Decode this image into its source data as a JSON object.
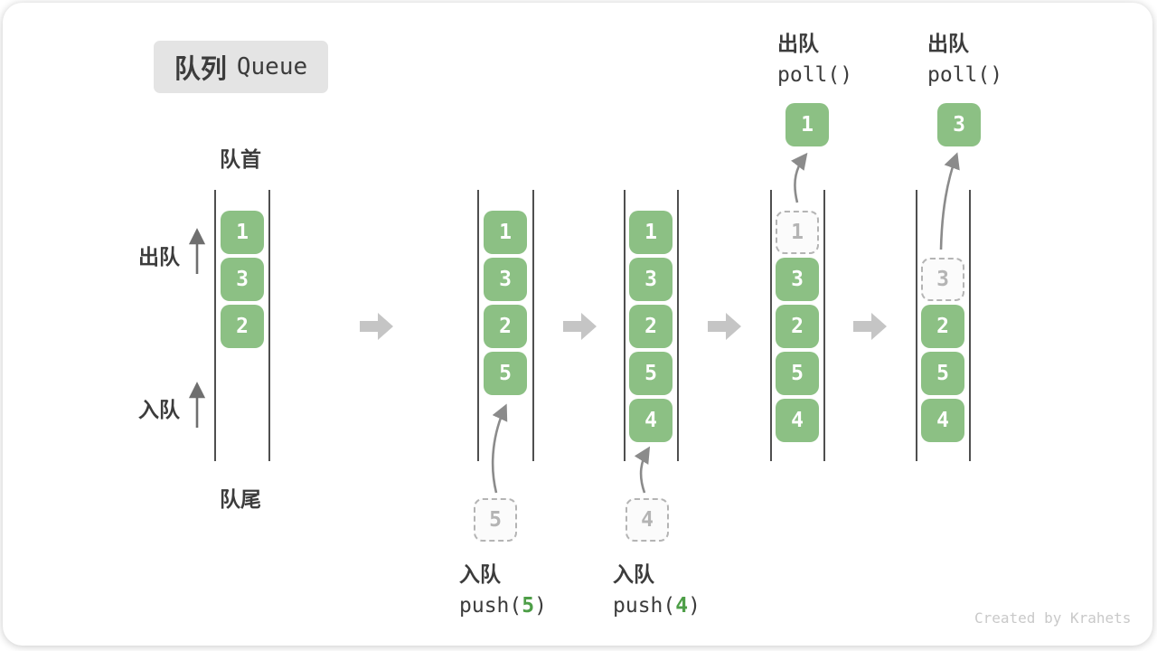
{
  "title": {
    "zh": "队列",
    "en": "Queue"
  },
  "side_labels": {
    "front": "队首",
    "rear": "队尾",
    "dequeue": "出队",
    "enqueue": "入队"
  },
  "operations": {
    "push_5": {
      "name": "入队",
      "fn_open": "push(",
      "arg": "5",
      "fn_close": ")"
    },
    "push_4": {
      "name": "入队",
      "fn_open": "push(",
      "arg": "4",
      "fn_close": ")"
    },
    "poll_1": {
      "name": "出队",
      "fn": "poll()"
    },
    "poll_2": {
      "name": "出队",
      "fn": "poll()"
    }
  },
  "stages": [
    {
      "solid": [
        "1",
        "3",
        "2"
      ]
    },
    {
      "solid": [
        "1",
        "3",
        "2",
        "5"
      ],
      "incoming": "5"
    },
    {
      "solid": [
        "1",
        "3",
        "2",
        "5",
        "4"
      ],
      "incoming": "4"
    },
    {
      "solid": [
        "3",
        "2",
        "5",
        "4"
      ],
      "ghost": "1",
      "popped": "1"
    },
    {
      "solid": [
        "2",
        "5",
        "4"
      ],
      "ghost": "3",
      "popped": "3"
    }
  ],
  "credit": "Created by Krahets",
  "colors": {
    "green": "#8CC084",
    "green-accent": "#4D9E47",
    "ink": "#3C3C3C",
    "wall": "#4F4F4F",
    "ghost": "#B4B4B4",
    "arrow": "#8B8B8B",
    "side-arrow": "#6F6F6F",
    "block-arrow": "#C5C5C5",
    "badge-bg": "#E4E4E4",
    "credit-color": "#C9C9C9"
  }
}
